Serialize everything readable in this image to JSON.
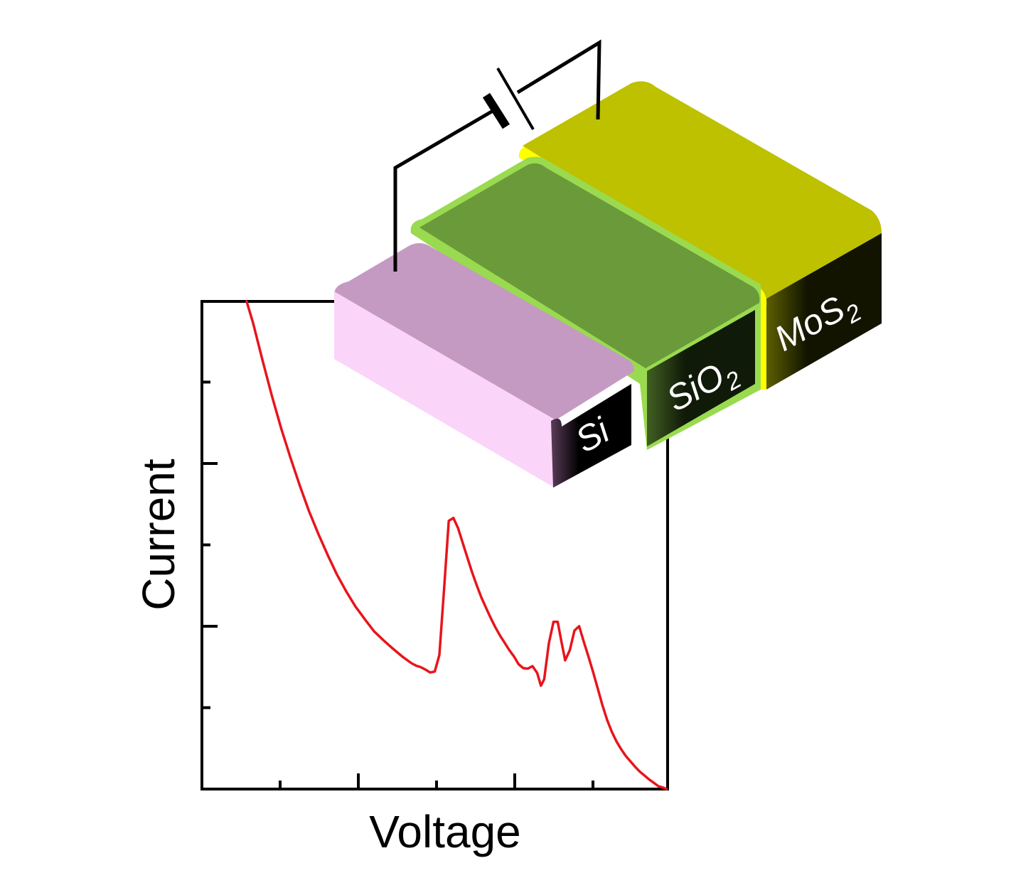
{
  "chart_data": {
    "type": "line",
    "xlabel": "Voltage",
    "ylabel": "Current",
    "x_tick_count": 6,
    "y_tick_count": 6,
    "xlim": [
      0,
      100
    ],
    "ylim": [
      0,
      100
    ],
    "series": [
      {
        "color": "#e8141b",
        "x": [
          9.6,
          11,
          13,
          15,
          17,
          19,
          21,
          23,
          25,
          27,
          29,
          31,
          33,
          35,
          37,
          39,
          41,
          43,
          45,
          46,
          47,
          48,
          49,
          50,
          51,
          52,
          53,
          54,
          55,
          56,
          57,
          58,
          59,
          60,
          61,
          62,
          63,
          64,
          65,
          66,
          67,
          68,
          69,
          70,
          71,
          72,
          72.8,
          73.5,
          74.5,
          75.5,
          76.4,
          77.2,
          78,
          79,
          80,
          81,
          82,
          83,
          84,
          85,
          86,
          87,
          88,
          89,
          90,
          91,
          92,
          93,
          94,
          95,
          96,
          97,
          98,
          99,
          99.8
        ],
        "y": [
          100,
          95.5,
          88,
          80.7,
          74,
          68,
          62.3,
          57,
          52.3,
          48,
          44,
          40.5,
          37.4,
          34.8,
          32.3,
          30.5,
          28.8,
          27.2,
          25.8,
          25.3,
          25,
          24.5,
          23.9,
          24.1,
          27.5,
          41,
          55,
          55.6,
          53.5,
          50.5,
          47.5,
          44.5,
          41.8,
          39.3,
          37.2,
          35.1,
          33.2,
          31.5,
          30,
          28.5,
          27.2,
          25.6,
          24.8,
          24.7,
          25.2,
          23.8,
          21.2,
          22.5,
          29.9,
          34.3,
          34.3,
          30.2,
          26.4,
          28.5,
          32.5,
          33.4,
          30.2,
          27.2,
          24,
          20.6,
          17.2,
          14.2,
          11.8,
          9.8,
          8.2,
          6.8,
          5.7,
          4.6,
          3.6,
          2.8,
          2,
          1.3,
          0.6,
          0.3,
          0
        ]
      }
    ]
  },
  "device": {
    "layers": [
      {
        "name": "Si",
        "sub": "",
        "top_color": "#c49ac2",
        "front_color": "#fbd4fa",
        "end_color": "#000000",
        "edge_color": ""
      },
      {
        "name": "SiO",
        "sub": "2",
        "top_color": "#6b9a3a",
        "front_color": "#6b9a3a",
        "end_color": "#101a08",
        "edge_color": "#9ada50"
      },
      {
        "name": "MoS",
        "sub": "2",
        "top_color": "#bec100",
        "front_color": "#bec100",
        "end_color": "#121400",
        "edge_color": "#ffff00"
      }
    ],
    "wire_color": "#000000"
  }
}
